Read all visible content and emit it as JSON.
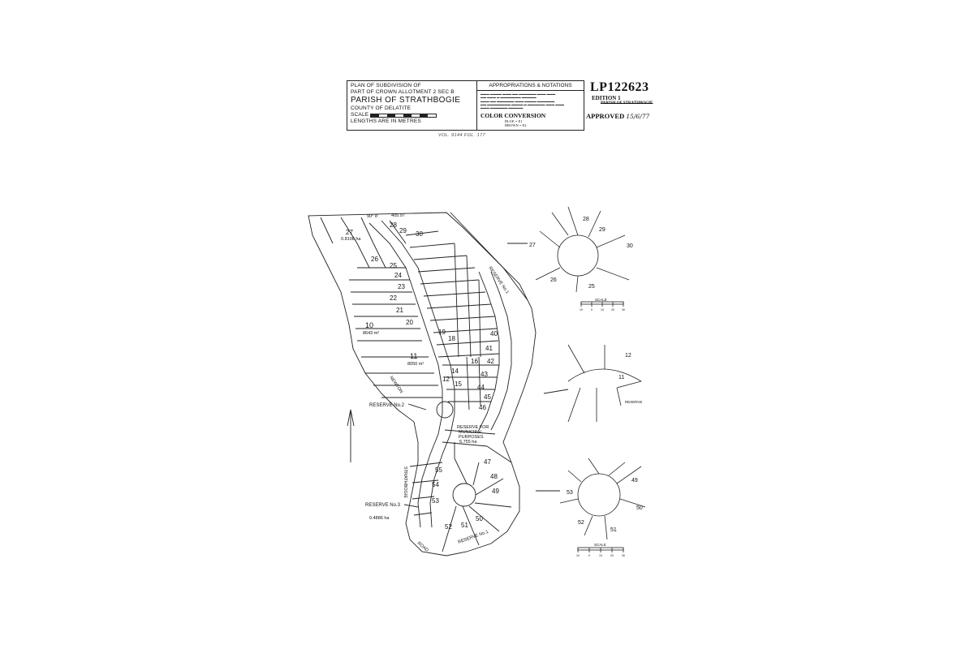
{
  "title_block": {
    "line1": "PLAN OF SUBDIVISION OF",
    "line2": "PART OF CROWN ALLOTMENT 2 SEC B",
    "parish": "PARISH OF STRATHBOGIE",
    "county": "COUNTY OF DELATITE",
    "scale_label": "SCALE",
    "lengths": "LENGTHS ARE IN METRES"
  },
  "notations": {
    "header": "APPROPRIATIONS & NOTATIONS",
    "color_conversion": "COLOR CONVERSION",
    "blue": "BLUE = E1",
    "brown": "BROWN = E2"
  },
  "plan": {
    "number": "LP122623",
    "edition": "EDITION 1",
    "parishes": "PARISH OF STRATHBOGIE",
    "approved_label": "APPROVED",
    "approved_date": "15/6/77",
    "vol_fol": "VOL. 9144 FOL. 177"
  },
  "map_labels": {
    "reserve1": "RESERVE No.1",
    "reserve1b": "RESERVE No.1",
    "reserve2": "RESERVE No.2",
    "reserve3": "RESERVE No.3",
    "reserve_municipal_1": "RESERVE FOR",
    "reserve_municipal_2": "MUNICIPAL",
    "reserve_municipal_3": "PURPOSES",
    "reserve_municipal_area": "5.755 ha",
    "strathbogie": "STRATHBOGIE",
    "newton": "NEWTON",
    "road": "ROAD",
    "lot27_area": "0.8106 ha",
    "lot10_area": "8643 m²",
    "lot11_area": "8050 m²",
    "reserve3_area": "0.4886 ha",
    "bearing_top": "90° 8'",
    "length_top": "405.97"
  },
  "lots": [
    "27",
    "28",
    "29",
    "30",
    "26",
    "25",
    "24",
    "23",
    "22",
    "21",
    "20",
    "10",
    "11",
    "19",
    "18",
    "12",
    "14",
    "15",
    "16",
    "40",
    "41",
    "42",
    "43",
    "44",
    "45",
    "46",
    "47",
    "48",
    "49",
    "50",
    "51",
    "52",
    "53",
    "54",
    "55"
  ],
  "insets": {
    "inset1_lots": [
      "28",
      "29",
      "30",
      "26",
      "25",
      "27"
    ],
    "inset2_lots": [
      "12",
      "11"
    ],
    "inset2_reserve": "RESERVE",
    "inset3_lots": [
      "49",
      "50",
      "51",
      "52",
      "53"
    ],
    "scale_label": "SCALE",
    "scale_ticks": [
      "10",
      "0",
      "10",
      "20",
      "30"
    ]
  }
}
